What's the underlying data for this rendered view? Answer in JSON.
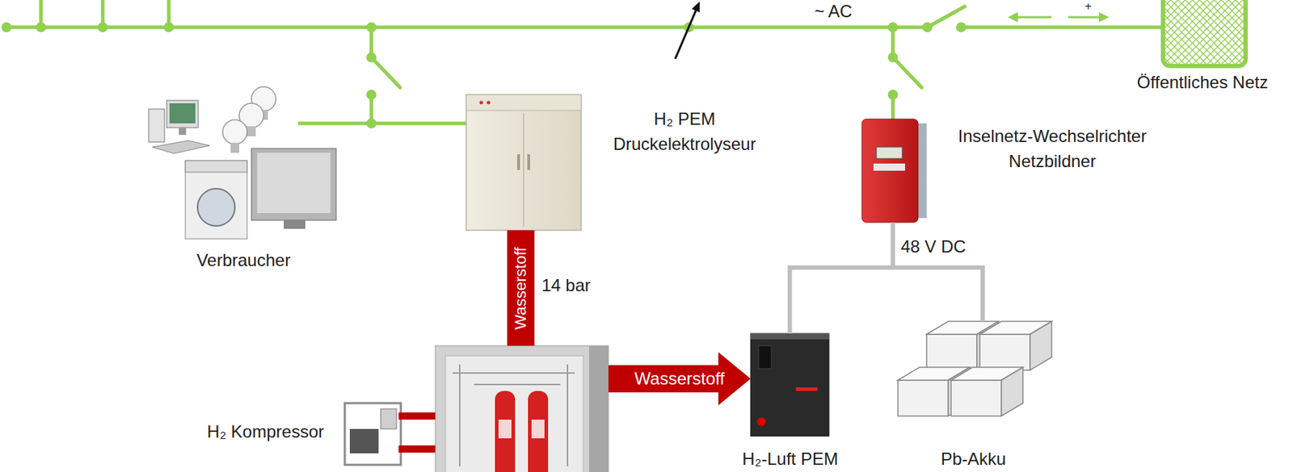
{
  "diagram": {
    "nodes": [
      {
        "text": [
          "Verbraucher"
        ]
      },
      {
        "text": [
          "H₂ PEM Druckelektrolyseur"
        ]
      },
      {
        "text": [
          "Inselnetz-Wechselrichter Netzbildner"
        ]
      },
      {
        "text": [
          "Öffentliches Netz"
        ]
      },
      {
        "text": [
          "H₂ Kompressor"
        ]
      },
      {
        "text": [
          "H₂-Luft PEM"
        ]
      },
      {
        "text": [
          "Pb-Akku"
        ]
      }
    ],
    "edges": [
      {
        "from": 0,
        "to": 1,
        "arrow": "none"
      },
      {
        "from": 1,
        "to": 4,
        "label": "Wasserstoff",
        "arrow": "none"
      },
      {
        "from": 4,
        "to": 5,
        "label": "Wasserstoff",
        "arrow": "to"
      },
      {
        "from": 2,
        "to": 5,
        "arrow": "none"
      },
      {
        "from": 2,
        "to": 6,
        "arrow": "none"
      }
    ],
    "labels": [
      "~ AC",
      "+",
      "14 bar",
      "48 V DC"
    ]
  }
}
